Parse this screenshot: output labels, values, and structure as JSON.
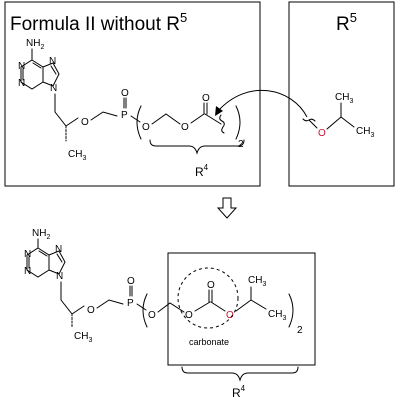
{
  "top_left_box": {
    "title": "Formula II without R",
    "title_sup": "5",
    "nh2": "NH",
    "nh2_sub": "2",
    "N": "N",
    "O": "O",
    "P": "P",
    "CH3": "CH",
    "CH3_sub": "3",
    "mult": "2",
    "r4_label": "R",
    "r4_sup": "4"
  },
  "top_right_box": {
    "title": "R",
    "title_sup": "5",
    "O": "O",
    "CH3": "CH",
    "CH3_sub": "3"
  },
  "bottom": {
    "nh2": "NH",
    "nh2_sub": "2",
    "N": "N",
    "O": "O",
    "P": "P",
    "CH3": "CH",
    "CH3_sub": "3",
    "mult": "2",
    "carbonate_label": "carbonate",
    "r4_label": "R",
    "r4_sup": "4"
  },
  "colors": {
    "oxygen_highlight": "#c8102e",
    "line": "#000000"
  }
}
